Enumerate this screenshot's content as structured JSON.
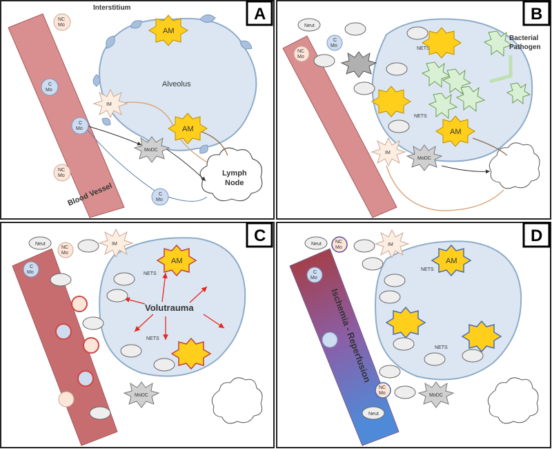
{
  "labels": {
    "interstitium": "Interstitium",
    "alveolus": "Alveolus",
    "lymph_node": "Lymph\nNode",
    "lymph_line1": "Lymph",
    "lymph_line2": "Node",
    "blood_vessel": "Blood Vessel",
    "bacterial_line1": "Bacterial",
    "bacterial_line2": "Pathogen",
    "nets": "NETS",
    "volutrauma": "Volutrauma",
    "ischemia": "Ischemia - Reperfusion"
  },
  "cells": {
    "am": "AM",
    "im": "IM",
    "modc": "MoDC",
    "neut": "Neut",
    "ncmo_1": "NC",
    "ncmo_2": "Mo",
    "cmo_1": "C",
    "cmo_2": "Mo"
  },
  "panels": [
    {
      "id": "A",
      "letter": "A"
    },
    {
      "id": "B",
      "letter": "B"
    },
    {
      "id": "C",
      "letter": "C"
    },
    {
      "id": "D",
      "letter": "D"
    }
  ],
  "colors": {
    "vessel": "#d98f8f",
    "vessel_dark": "#c26f72",
    "alveolus": "#dbe6f2",
    "alveolus_stroke": "#8eabc9",
    "am_fill": "#ffcf1c",
    "im_fill": "#fdeee2",
    "modc_fill": "#d0d0d0",
    "cmo_fill": "#cddcf0",
    "ncmo_fill": "#fde5d8",
    "neut_fill": "#eeeeee",
    "volutrauma": "#e8251c",
    "pathogen": "#d9f0d4",
    "label_blue": "#1f3e8c",
    "vessel_label": "#b02020"
  }
}
